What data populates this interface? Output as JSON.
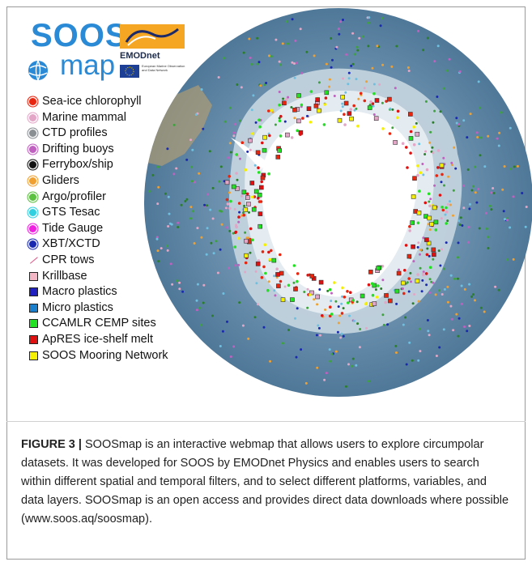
{
  "logo": {
    "soos": "SOOS",
    "map": "map",
    "emodnet_title": "EMODnet",
    "emodnet_subtitle": "European Marine Observation and Data Network"
  },
  "legend": [
    {
      "label": "Sea-ice chlorophyll",
      "shape": "dot",
      "color": "#e8250f"
    },
    {
      "label": "Marine mammal",
      "shape": "dot",
      "color": "#e3a6c6"
    },
    {
      "label": "CTD profiles",
      "shape": "dot",
      "color": "#8a8f94"
    },
    {
      "label": "Drifting buoys",
      "shape": "dot",
      "color": "#c060c0"
    },
    {
      "label": "Ferrybox/ship",
      "shape": "dot",
      "color": "#111111"
    },
    {
      "label": "Gliders",
      "shape": "dot",
      "color": "#f0a030"
    },
    {
      "label": "Argo/profiler",
      "shape": "dot",
      "color": "#5cc040"
    },
    {
      "label": "GTS Tesac",
      "shape": "dot",
      "color": "#30d0e0"
    },
    {
      "label": "Tide Gauge",
      "shape": "dot",
      "color": "#f020e0"
    },
    {
      "label": "XBT/XCTD",
      "shape": "dot",
      "color": "#1a2ab0"
    },
    {
      "label": "CPR tows",
      "shape": "line",
      "color": "#e05a8a"
    },
    {
      "label": "Krillbase",
      "shape": "square",
      "color": "#f2b6c4"
    },
    {
      "label": "Macro plastics",
      "shape": "square",
      "color": "#2020c0"
    },
    {
      "label": "Micro plastics",
      "shape": "square",
      "color": "#1a7fcc"
    },
    {
      "label": "CCAMLR CEMP sites",
      "shape": "square",
      "color": "#22e022"
    },
    {
      "label": "ApRES ice-shelf melt",
      "shape": "square",
      "color": "#e01010"
    },
    {
      "label": "SOOS Mooring Network",
      "shape": "square",
      "color": "#f5f000"
    }
  ],
  "caption": {
    "lead": "FIGURE 3 |",
    "text": " SOOSmap is an interactive webmap that allows users to explore circumpolar datasets. It was developed for SOOS by EMODnet Physics and enables users to search within different spatial and temporal filters, and to select different platforms, variables, and data layers. SOOSmap is an open access and provides direct data downloads where possible (www.soos.aq/soosmap)."
  },
  "colors": {
    "ocean": "#5f87a8",
    "ice_shelf": "#e4ecf1",
    "continent": "#ffffff",
    "brand_blue": "#2a8ad6"
  }
}
